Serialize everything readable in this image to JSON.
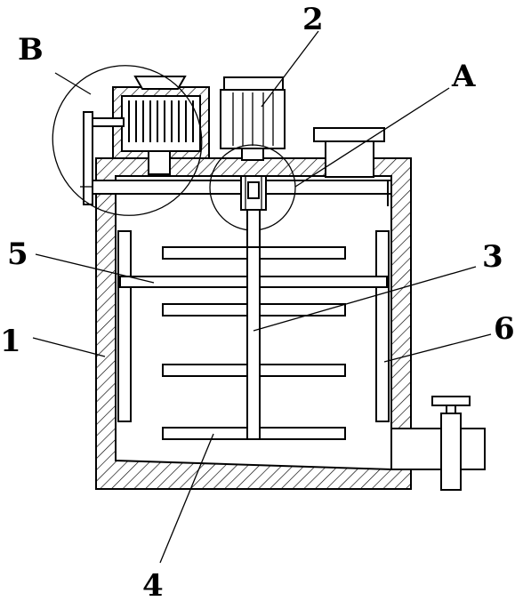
{
  "labels": {
    "l1": "1",
    "l2": "2",
    "l3": "3",
    "l4": "4",
    "l5": "5",
    "l6": "6",
    "lA": "A",
    "lB": "B"
  },
  "colors": {
    "line": "#000000",
    "background": "#ffffff"
  }
}
